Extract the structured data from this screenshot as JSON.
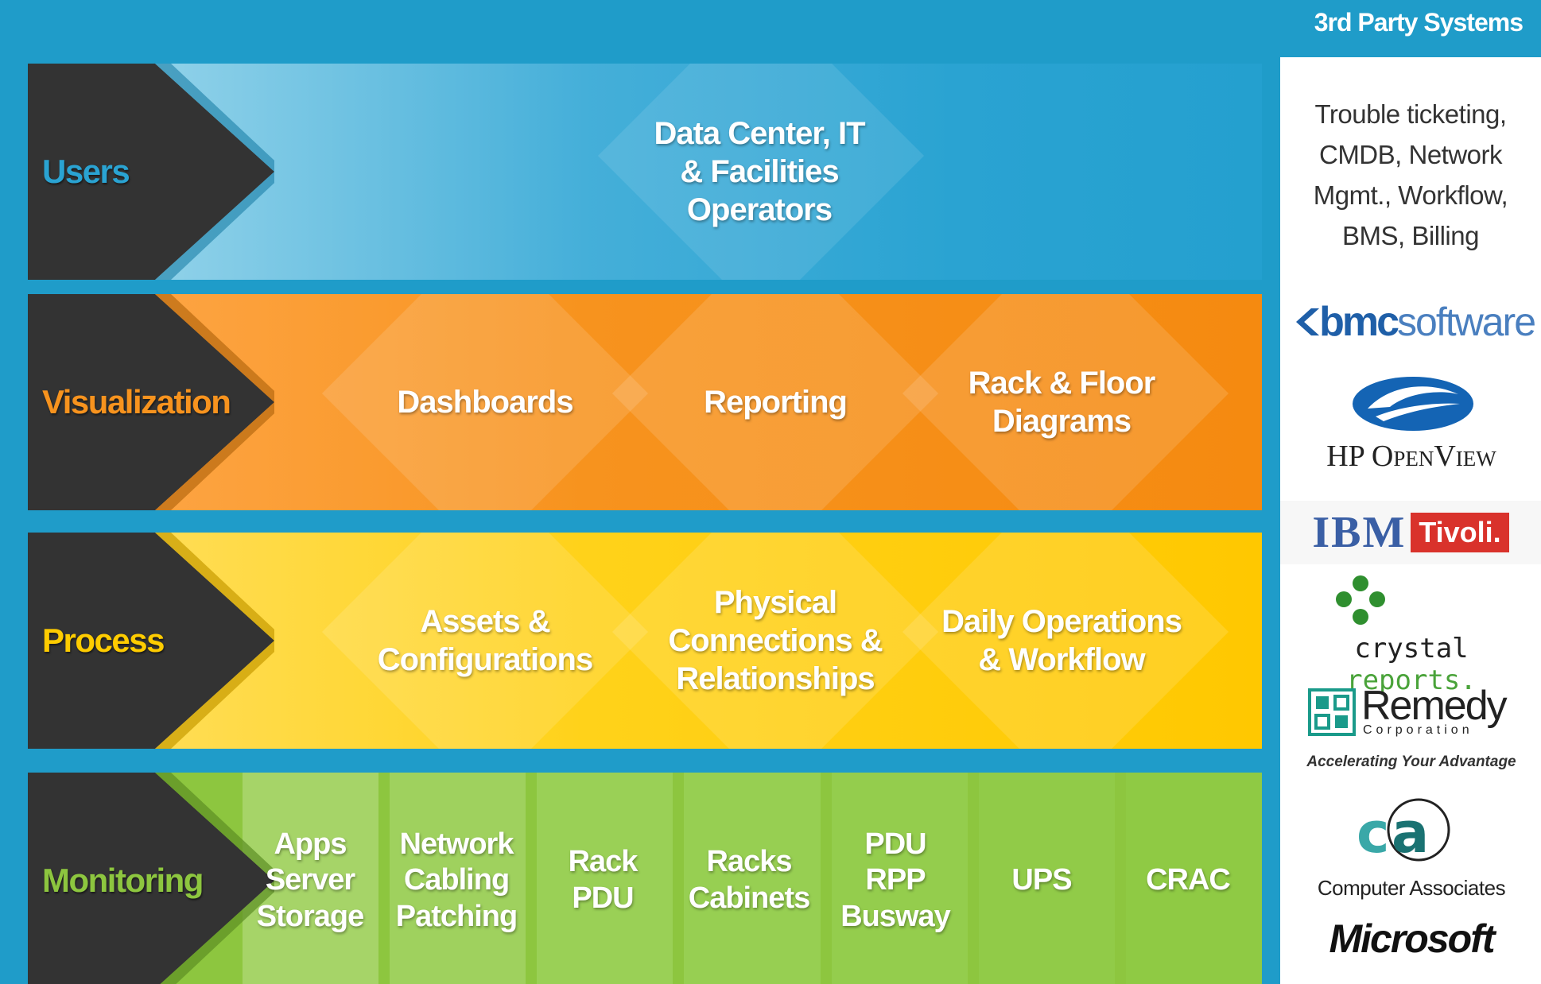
{
  "layers": [
    {
      "name": "Users",
      "label_color": "#1f9cc9",
      "nodes": [
        "Data Center, IT\n& Facilities\nOperators"
      ]
    },
    {
      "name": "Visualization",
      "label_color": "#f7931e",
      "nodes": [
        "Dashboards",
        "Reporting",
        "Rack & Floor\nDiagrams"
      ]
    },
    {
      "name": "Process",
      "label_color": "#ffcc00",
      "nodes": [
        "Assets &\nConfigurations",
        "Physical\nConnections &\nRelationships",
        "Daily Operations\n& Workflow"
      ]
    },
    {
      "name": "Monitoring",
      "label_color": "#8dc63f",
      "nodes": [
        "Apps\nServer\nStorage",
        "Network\nCabling\nPatching",
        "Rack\nPDU",
        "Racks\nCabinets",
        "PDU\nRPP\nBusway",
        "UPS",
        "CRAC"
      ]
    }
  ],
  "third_party": {
    "title": "3rd Party Systems",
    "description": "Trouble ticketing,\nCMDB, Network\nMgmt., Workflow,\nBMS, Billing",
    "logos": {
      "bmc": {
        "prefix": "bmc",
        "suffix": "software"
      },
      "hp": {
        "text": "HP OpenView"
      },
      "ibm": {
        "left": "IBM",
        "right": "Tivoli."
      },
      "crystal": {
        "left": "crystal",
        "right": "reports."
      },
      "remedy": {
        "name": "Remedy",
        "sub": "Corporation",
        "tagline": "Accelerating Your Advantage"
      },
      "ca": {
        "mark": "ca",
        "name": "Computer Associates"
      },
      "microsoft": {
        "text": "Microsoft"
      }
    }
  },
  "colors": {
    "background": "#1f9cc9",
    "tab": "#333333",
    "users": "#2aa3d2",
    "visualization": "#f7931e",
    "process": "#ffcc00",
    "monitoring": "#8dc63f"
  }
}
